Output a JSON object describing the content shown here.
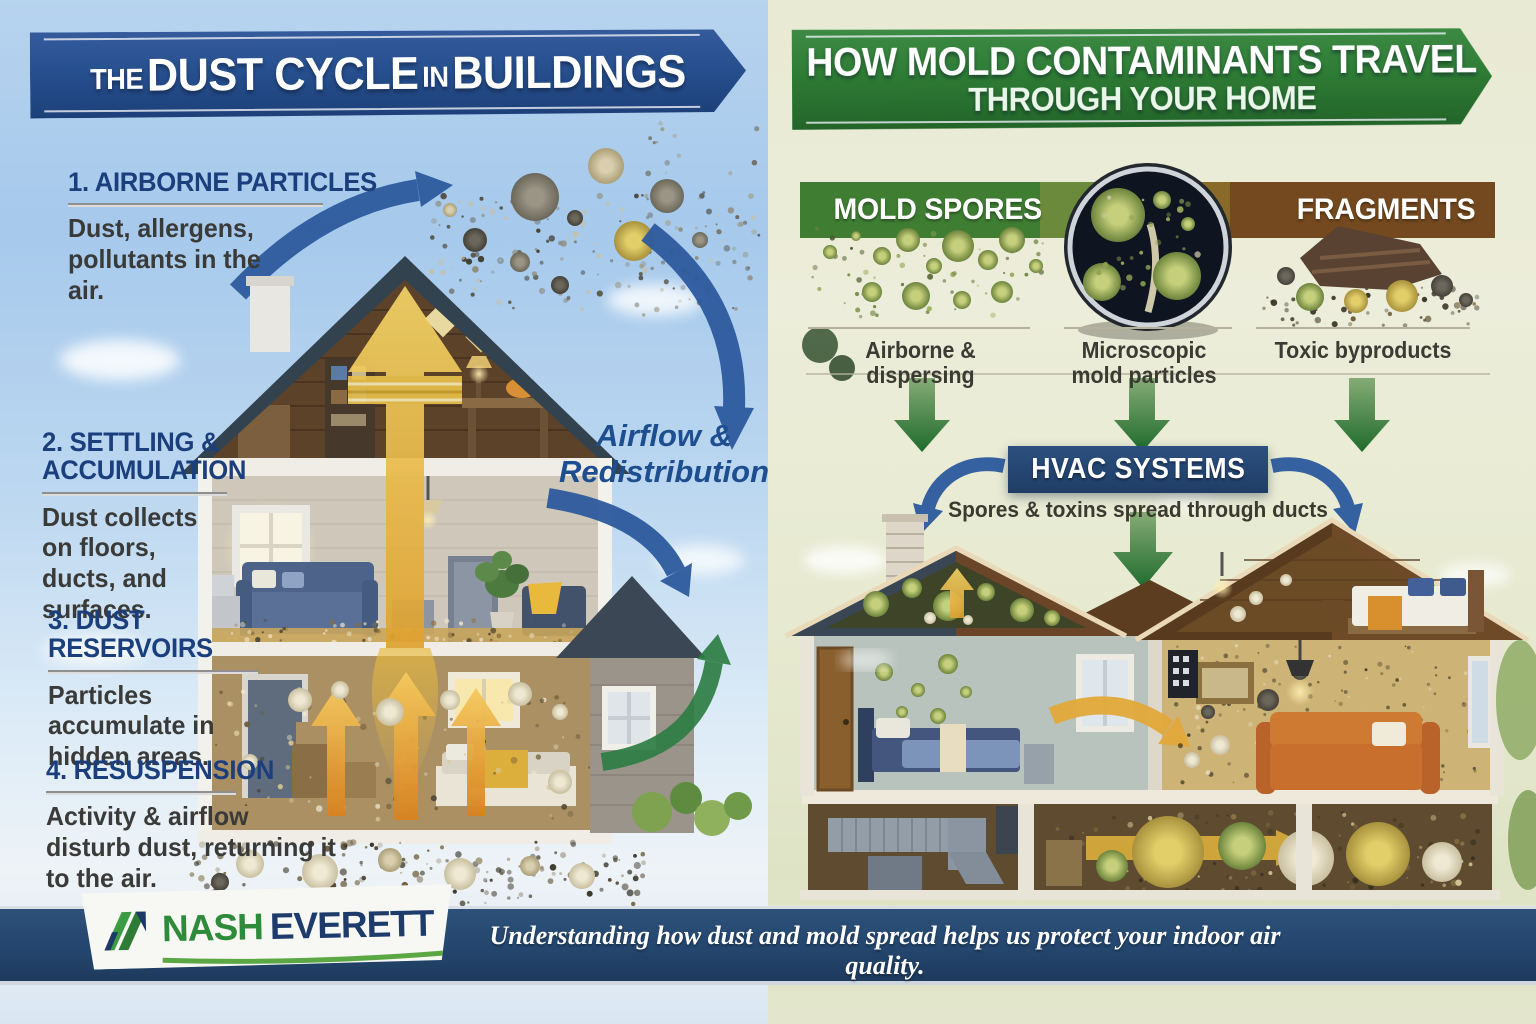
{
  "left_panel": {
    "banner": {
      "prefix": "THE",
      "main": "DUST CYCLE",
      "conj": "IN",
      "suffix": "BUILDINGS"
    },
    "steps": [
      {
        "title": "1. AIRBORNE PARTICLES",
        "desc": "Dust, allergens, pollutants in the air."
      },
      {
        "title": "2. SETTLING & ACCUMULATION",
        "desc": "Dust collects on floors, ducts, and surfaces."
      },
      {
        "title": "3. DUST RESERVOIRS",
        "desc": "Particles accumulate in hidden areas."
      },
      {
        "title": "4. RESUSPENSION",
        "desc": "Activity & airflow disturb dust, returning it to the air."
      }
    ],
    "airflow_label": "Airflow & Redistribution"
  },
  "right_panel": {
    "banner_line1": "HOW MOLD CONTAMINANTS TRAVEL",
    "banner_line2": "THROUGH YOUR HOME",
    "spores_label": "MOLD SPORES",
    "fragments_label": "FRAGMENTS",
    "captions": {
      "spores": "Airborne & dispersing",
      "microscope": "Microscopic mold particles",
      "fragments": "Toxic byproducts"
    },
    "hvac_title": "HVAC SYSTEMS",
    "hvac_subtitle": "Spores & toxins spread through ducts"
  },
  "footer": {
    "brand_first": "NASH",
    "brand_second": "EVERETT",
    "tagline": "Understanding how dust and mold spread helps us protect your indoor air quality."
  },
  "colors": {
    "left_banner_blue": "#27508f",
    "right_banner_green": "#2e7c35",
    "step_title_blue": "#1b3f7d",
    "hvac_navy": "#1f3d66",
    "footer_navy": "#24466e",
    "arrow_blue": "#2d5a9e",
    "arrow_green": "#2e7d3a",
    "arrow_gold": "#e8b83a"
  }
}
